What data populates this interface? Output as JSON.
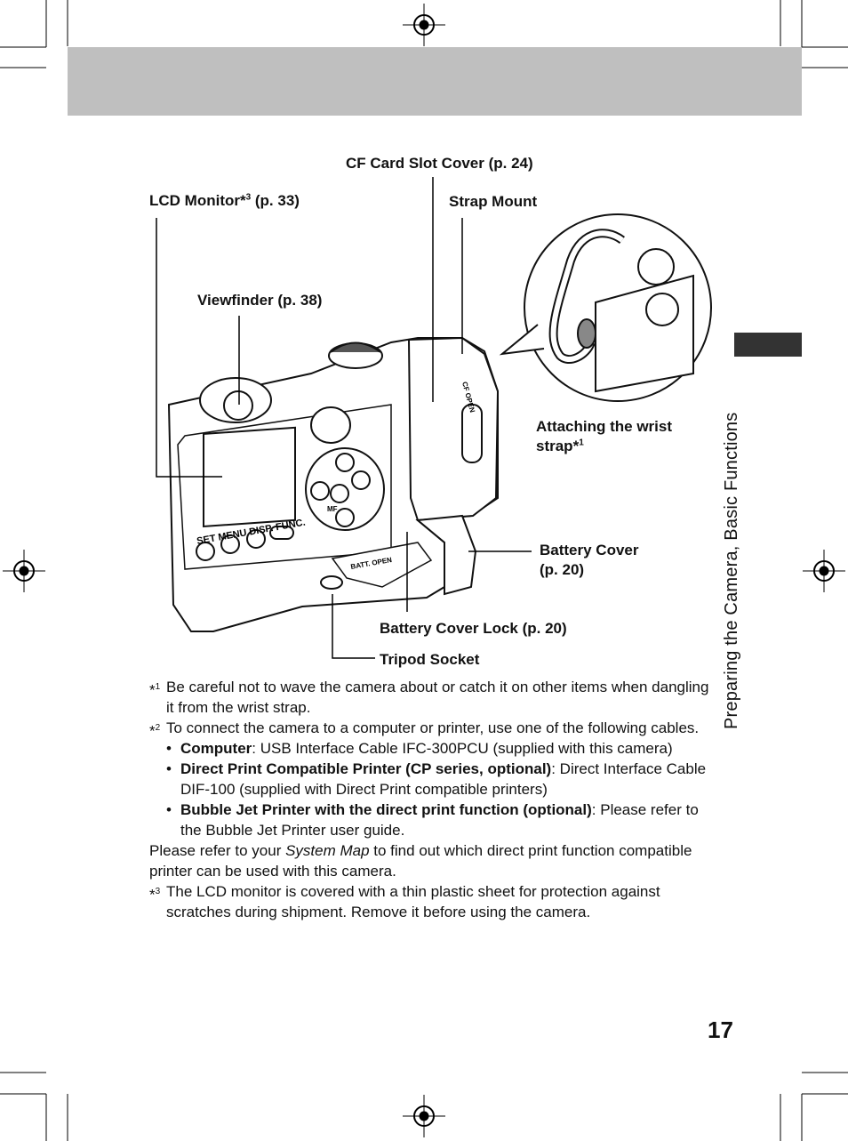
{
  "side_tab": {
    "text": "Preparing the Camera, Basic Functions"
  },
  "labels": {
    "cf_card": "CF Card Slot Cover (p. 24)",
    "lcd_pre": "LCD Monitor*",
    "lcd_sup": "3",
    "lcd_post": " (p. 33)",
    "strap_mount": "Strap Mount",
    "viewfinder": "Viewfinder (p. 38)",
    "attaching_line1": "Attaching the wrist",
    "attaching_line2": "strap*",
    "attaching_sup": "1",
    "battery_cover_line1": "Battery Cover",
    "battery_cover_line2": "(p. 20)",
    "battery_lock": "Battery Cover Lock (p. 20)",
    "tripod": "Tripod Socket"
  },
  "camera_text": {
    "buttons": "SET MENU DISP. FUNC.",
    "cf_open": "CF OPEN",
    "batt_open": "BATT. OPEN",
    "mf": "MF"
  },
  "notes": {
    "n1_mark": "*",
    "n1_sup": "1",
    "n1_text": "Be careful not to wave the camera about or catch it on other items when dangling it from the wrist strap.",
    "n2_mark": "*",
    "n2_sup": "2",
    "n2_text": "To connect the camera to a computer or printer, use one of the following cables.",
    "b1_bold": "Computer",
    "b1_text": ": USB Interface Cable IFC-300PCU (supplied with this camera)",
    "b2_bold": "Direct Print Compatible Printer (CP series, optional)",
    "b2_text": ": Direct Interface Cable DIF-100 (supplied with Direct Print compatible printers)",
    "b3_bold": "Bubble Jet Printer with the direct print function (optional)",
    "b3_text": ": Please refer to the Bubble Jet Printer user guide.",
    "p_pre": "Please refer to your ",
    "p_italic": "System Map",
    "p_post": " to find out which direct print function compatible printer can be used with this camera.",
    "n3_mark": "*",
    "n3_sup": "3",
    "n3_text": "The LCD monitor is covered with a thin plastic sheet for protection against scratches during shipment. Remove it before using the camera."
  },
  "page_number": "17",
  "colors": {
    "header_band": "#bfbfbf",
    "side_tab": "#333333"
  }
}
